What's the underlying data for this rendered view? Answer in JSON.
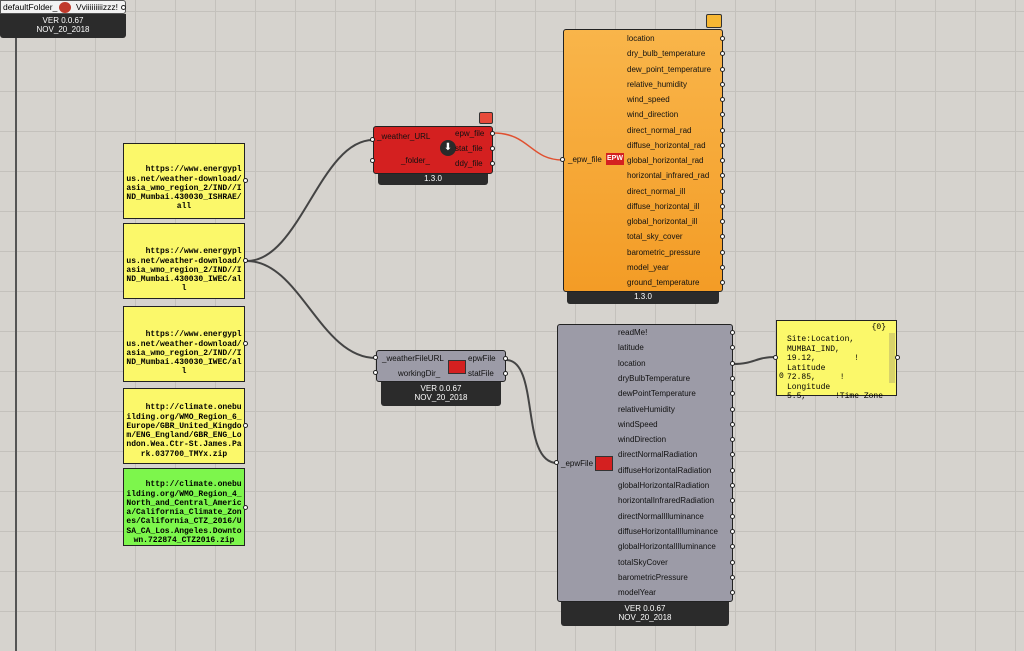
{
  "top_node": {
    "folder_label": "defaultFolder_",
    "name_label": "Vviiiiiiiiizzz!",
    "version": "VER 0.0.67",
    "date": "NOV_20_2018"
  },
  "panels": [
    {
      "text": "https://www.energyplus.net/weather-download/asia_wmo_region_2/IND//IND_Mumbai.430030_ISHRAE/all",
      "color": "yellow"
    },
    {
      "text": "https://www.energyplus.net/weather-download/asia_wmo_region_2/IND//IND_Mumbai.430030_IWEC/all",
      "color": "yellow"
    },
    {
      "text": "https://www.energyplus.net/weather-download/asia_wmo_region_2/IND//IND_Mumbai.430030_IWEC/all",
      "color": "yellow"
    },
    {
      "text": "http://climate.onebuilding.org/WMO_Region_6_Europe/GBR_United_Kingdom/ENG_England/GBR_ENG_London.Wea.Ctr-St.James.Park.037700_TMYx.zip",
      "color": "yellow"
    },
    {
      "text": "http://climate.onebuilding.org/WMO_Region_4_North_and_Central_America/California_Climate_Zones/California_CTZ_2016/USA_CA_Los.Angeles.Downtown.722874_CTZ2016.zip",
      "color": "green"
    }
  ],
  "red_component": {
    "inputs": [
      "_weather_URL",
      "_folder_"
    ],
    "outputs": [
      "epw_file",
      "stat_file",
      "ddy_file"
    ],
    "version": "1.3.0"
  },
  "orange_component": {
    "input": "_epw_file",
    "icon_text": "EPW",
    "outputs": [
      "location",
      "dry_bulb_temperature",
      "dew_point_temperature",
      "relative_humidity",
      "wind_speed",
      "wind_direction",
      "direct_normal_rad",
      "diffuse_horizontal_rad",
      "global_horizontal_rad",
      "horizontal_infrared_rad",
      "direct_normal_ill",
      "diffuse_horizontal_ill",
      "global_horizontal_ill",
      "total_sky_cover",
      "barometric_pressure",
      "model_year",
      "ground_temperature"
    ],
    "version": "1.3.0"
  },
  "gray_small_component": {
    "inputs": [
      "_weatherFileURL",
      "workingDir_"
    ],
    "outputs": [
      "epwFile",
      "statFile"
    ],
    "version": "VER 0.0.67",
    "date": "NOV_20_2018"
  },
  "gray_large_component": {
    "input": "_epwFile",
    "outputs": [
      "readMe!",
      "latitude",
      "location",
      "dryBulbTemperature",
      "dewPointTemperature",
      "relativeHumidity",
      "windSpeed",
      "windDirection",
      "directNormalRadiation",
      "diffuseHorizontalRadiation",
      "globalHorizontalRadiation",
      "horizontalInfraredRadiation",
      "directNormalIlluminance",
      "diffuseHorizontalIlluminance",
      "globalHorizontalIlluminance",
      "totalSkyCover",
      "barometricPressure",
      "modelYear"
    ],
    "version": "VER 0.0.67",
    "date": "NOV_20_2018"
  },
  "output_panel": {
    "header": "{0}",
    "index": "0",
    "lines": [
      "Site:Location,",
      "MUMBAI_IND,",
      "19.12,        !",
      "Latitude",
      "72.85,     !",
      "Longitude",
      "5.5,      !Time Zone"
    ]
  },
  "colors": {
    "canvas": "#d6d3ce",
    "red_component": "#d42020",
    "orange_component": "#f7a434",
    "gray_component": "#9c9ba7",
    "wire": "#444444",
    "selected_wire": "#e05030"
  }
}
